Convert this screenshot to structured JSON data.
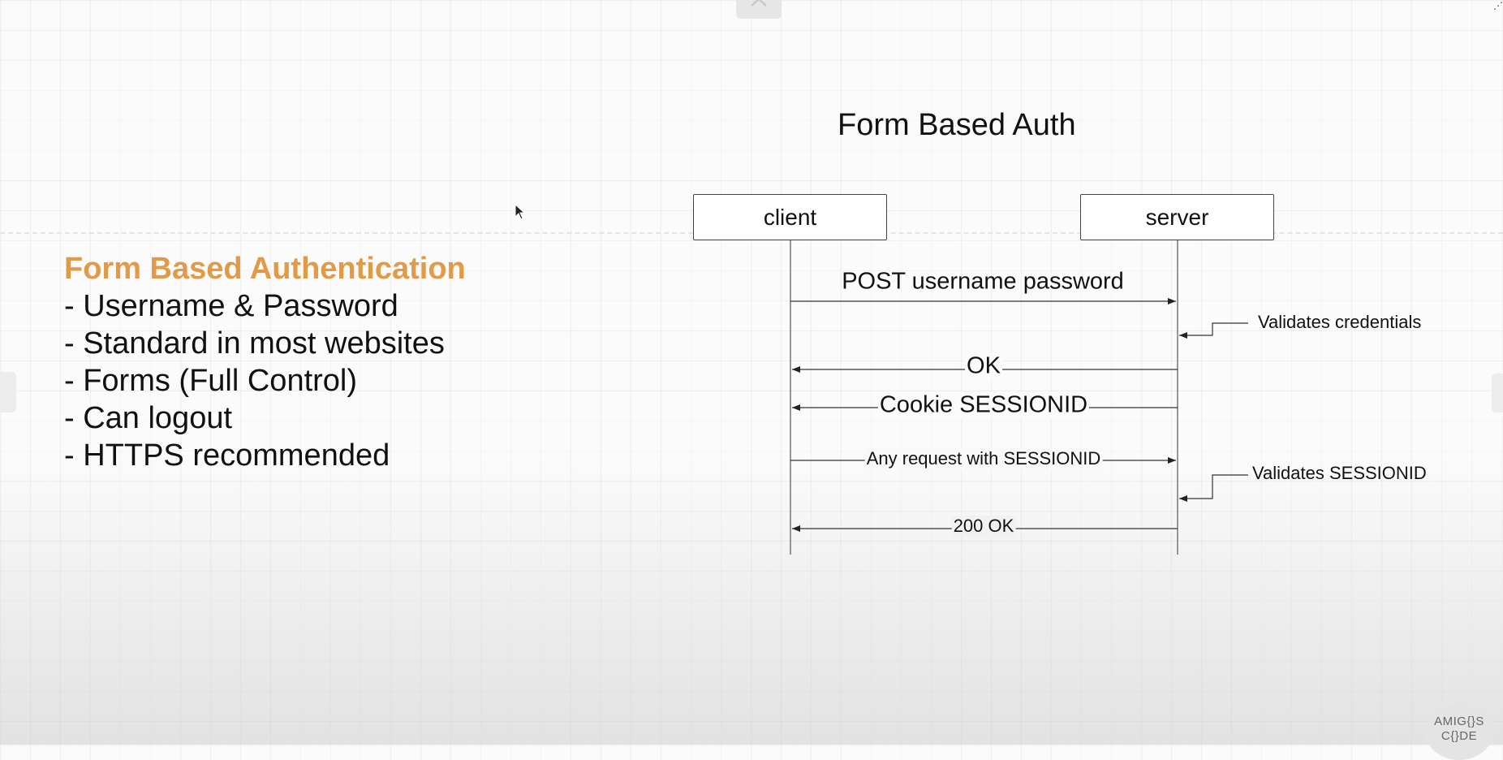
{
  "slide": {
    "heading": "Form Based Authentication",
    "bullets": [
      "- Username & Password",
      "- Standard in most websites",
      "- Forms (Full Control)",
      "- Can logout",
      "- HTTPS recommended"
    ]
  },
  "diagram": {
    "title": "Form Based Auth",
    "actors": {
      "client": "client",
      "server": "server"
    },
    "messages": [
      {
        "label": "POST username password",
        "direction": "client-to-server"
      },
      {
        "label": "OK",
        "direction": "server-to-client"
      },
      {
        "label": "Cookie SESSIONID",
        "direction": "server-to-client"
      },
      {
        "label": "Any request with SESSIONID",
        "direction": "client-to-server"
      },
      {
        "label": "200 OK",
        "direction": "server-to-client"
      }
    ],
    "notes": [
      {
        "label": "Validates credentials"
      },
      {
        "label": "Validates SESSIONID"
      }
    ]
  },
  "branding": {
    "logo_line1": "AMIG{}S",
    "logo_line2": "C{}DE"
  },
  "colors": {
    "heading_accent": "#e09a48",
    "text": "#111111"
  }
}
